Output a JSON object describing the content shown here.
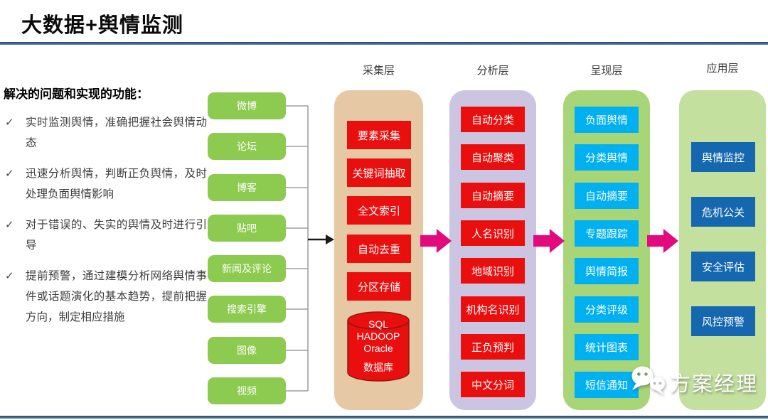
{
  "title": "大数据+舆情监测",
  "left_panel": {
    "heading": "解决的问题和实现的功能：",
    "bullet_marker": "✓",
    "bullets": [
      "实时监测舆情，准确把握社会舆情动态",
      "迅速分析舆情，判断正负舆情，及时处理负面舆情影响",
      "对于错误的、失实的舆情及时进行引导",
      "提前预警，通过建模分析网络舆情事件或话题演化的基本趋势，提前把握方向，制定相应措施"
    ]
  },
  "sources": {
    "items": [
      "微博",
      "论坛",
      "博客",
      "贴吧",
      "新闻及评论",
      "搜索引擎",
      "图像",
      "视频"
    ]
  },
  "layers": [
    {
      "label": "采集层",
      "items": [
        "要素采集",
        "关键词抽取",
        "全文索引",
        "自动去重",
        "分区存储"
      ],
      "database": {
        "lines": [
          "SQL",
          "HADOOP",
          "Oracle"
        ],
        "caption": "数据库"
      }
    },
    {
      "label": "分析层",
      "items": [
        "自动分类",
        "自动聚类",
        "自动摘要",
        "人名识别",
        "地域识别",
        "机构名识别",
        "正负预判",
        "中文分词"
      ]
    },
    {
      "label": "呈现层",
      "items": [
        "负面舆情",
        "分类舆情",
        "自动摘要",
        "专题跟踪",
        "舆情简报",
        "分类评级",
        "统计图表",
        "短信通知"
      ]
    },
    {
      "label": "应用层",
      "items": [
        "舆情监控",
        "危机公关",
        "安全评估",
        "风控预警"
      ]
    }
  ],
  "watermark": {
    "text": "方案经理",
    "icon": "wechat-icon"
  },
  "colors": {
    "divider_blue": "#2c4d77",
    "source_green": "#8dca50",
    "collect_bg": "#e6c9a4",
    "analyze_bg": "#cbc5e1",
    "present_bg": "#a8d577",
    "apply_bg": "#c4e09e",
    "red_box": "#e90f0f",
    "cyan_box": "#00b0f0",
    "blue_box": "#1567b0",
    "arrow_pink": "#e20a7c"
  }
}
